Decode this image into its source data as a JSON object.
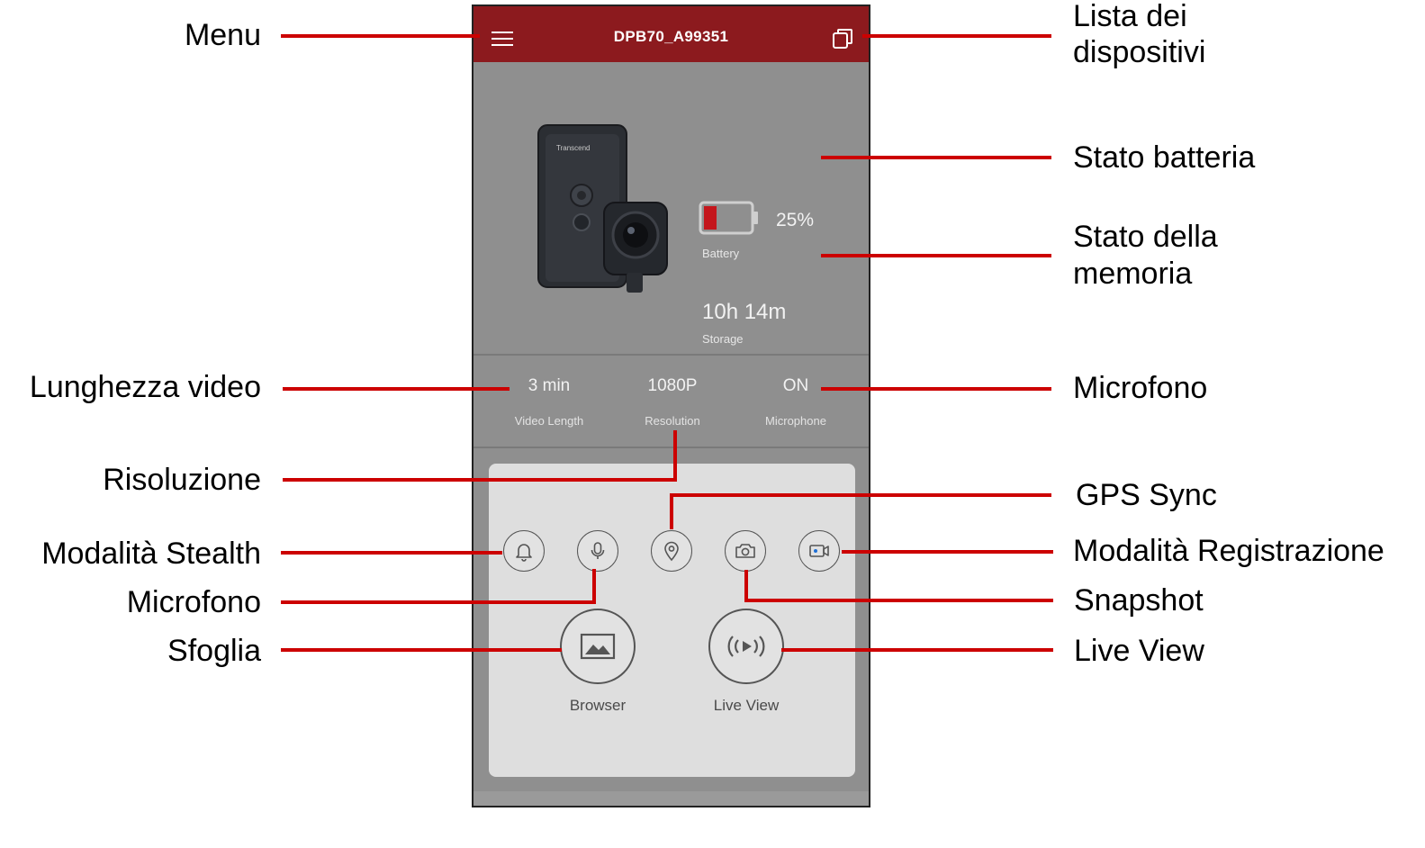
{
  "app": {
    "title": "DPB70_A99351",
    "icons": {
      "menu": "menu-icon",
      "devices": "device-list-icon"
    }
  },
  "status": {
    "battery_value": "25%",
    "battery_label": "Battery",
    "storage_value": "10h 14m",
    "storage_label": "Storage"
  },
  "settings": [
    {
      "value": "3 min",
      "label": "Video Length"
    },
    {
      "value": "1080P",
      "label": "Resolution"
    },
    {
      "value": "ON",
      "label": "Microphone"
    }
  ],
  "quick_actions": [
    {
      "icon": "bell-icon"
    },
    {
      "icon": "microphone-icon"
    },
    {
      "icon": "location-pin-icon"
    },
    {
      "icon": "camera-icon"
    },
    {
      "icon": "video-camera-icon"
    }
  ],
  "buttons": {
    "browser_label": "Browser",
    "liveview_label": "Live View"
  },
  "callouts": {
    "menu": "Menu",
    "device_list_1": "Lista dei",
    "device_list_2": "dispositivi",
    "battery": "Stato batteria",
    "memory_1": "Stato della",
    "memory_2": "memoria",
    "video_length": "Lunghezza  video",
    "microphone_setting": "Microfono",
    "resolution": "Risoluzione",
    "gps_sync": "GPS Sync",
    "stealth": "Modalità  Stealth",
    "record_mode": "Modalità Registrazione",
    "microphone_toggle": "Microfono",
    "snapshot": "Snapshot",
    "browse": "Sfoglia",
    "live_view": "Live View"
  },
  "colors": {
    "brand": "#8c1a1e",
    "leader": "#cc0000",
    "battery_fill": "#c4161c",
    "screen_bg": "#8f8f8f",
    "panel_bg": "#dedede"
  }
}
